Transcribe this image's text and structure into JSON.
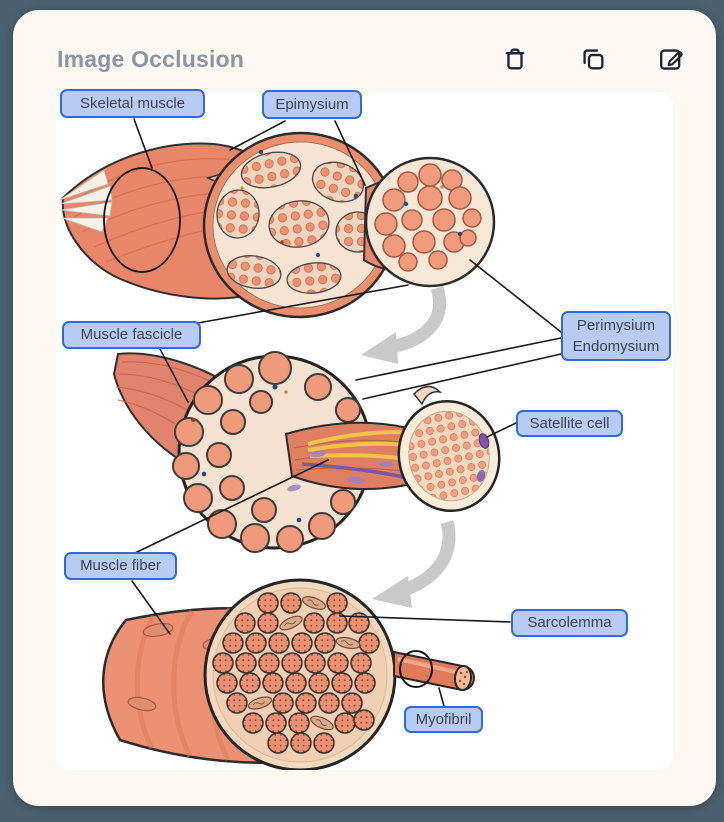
{
  "window": {
    "title": "Image Occlusion"
  },
  "toolbar": {
    "icons": [
      {
        "name": "delete",
        "icon": "trash-icon"
      },
      {
        "name": "duplicate",
        "icon": "copy-icon"
      },
      {
        "name": "edit",
        "icon": "edit-pencil-icon"
      }
    ]
  },
  "occlusions": {
    "skeletal_muscle": "Skeletal muscle",
    "epimysium": "Epimysium",
    "muscle_fascicle": "Muscle fascicle",
    "perimysium": "Perimysium",
    "endomysium": "Endomysium",
    "satellite_cell": "Satellite cell",
    "muscle_fiber": "Muscle fiber",
    "sarcolemma": "Sarcolemma",
    "myofibril": "Myofibril"
  },
  "colors": {
    "page_background": "#4B616F",
    "card_background": "#FDF8F2",
    "image_background": "#FFFFFF",
    "accent_blue": "#2E6BE2",
    "label_fill": "#B7CBF3",
    "label_text": "#3A4557",
    "title_text": "#8D95A1",
    "icon_color": "#1B2337",
    "line_color": "#1A1A1A",
    "muscle_salmon": "#EC9173",
    "tissue_cream": "#F6E2D0",
    "arrow_gray": "#C9C9C9"
  }
}
